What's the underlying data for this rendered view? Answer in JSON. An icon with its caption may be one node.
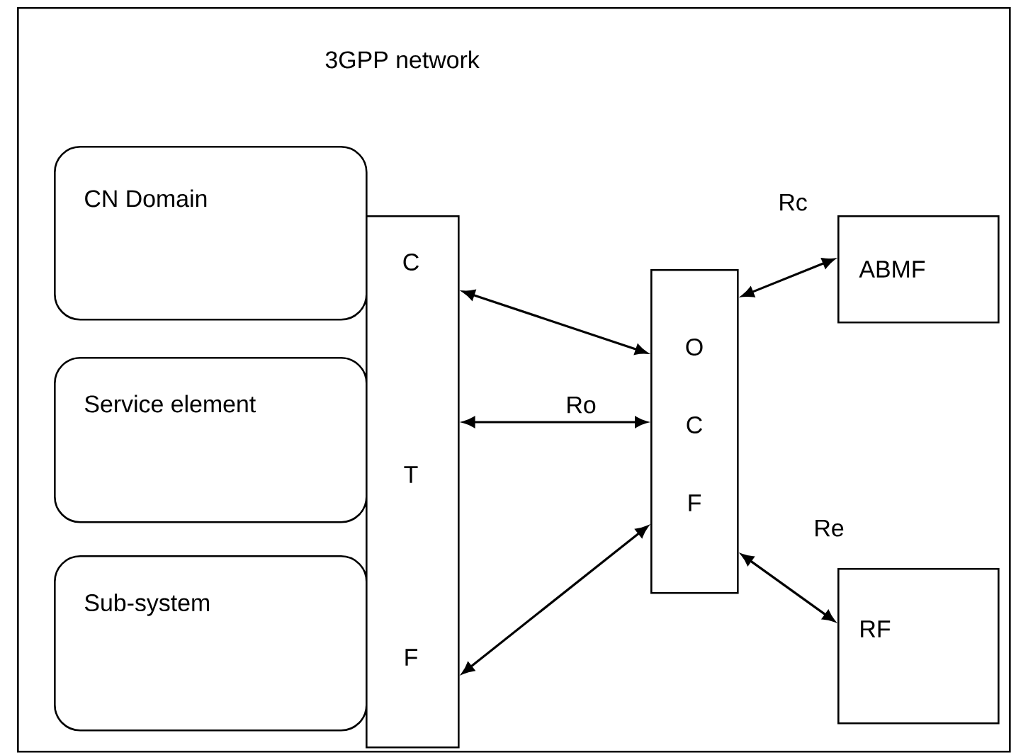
{
  "diagram": {
    "nodes": [
      {
        "text": [
          "3GPP network"
        ]
      },
      {
        "text": [
          "CN Domain"
        ],
        "in": 0
      },
      {
        "text": [
          "Service element"
        ],
        "in": 0
      },
      {
        "text": [
          "Sub-system"
        ],
        "in": 0
      },
      {
        "text": [
          "C",
          "T",
          "F"
        ],
        "in": 0
      },
      {
        "text": [
          "O",
          "C",
          "F"
        ],
        "in": 0
      },
      {
        "text": [
          "ABMF"
        ],
        "in": 0
      },
      {
        "text": [
          "RF"
        ],
        "in": 0
      }
    ],
    "edges": [
      {
        "from": 4,
        "to": 5,
        "arrow": "both"
      },
      {
        "from": 4,
        "to": 5,
        "arrow": "both",
        "label": "Ro"
      },
      {
        "from": 4,
        "to": 5,
        "arrow": "both"
      },
      {
        "from": 5,
        "to": 6,
        "arrow": "both",
        "label": "Rc"
      },
      {
        "from": 5,
        "to": 7,
        "arrow": "both",
        "label": "Re"
      }
    ]
  }
}
